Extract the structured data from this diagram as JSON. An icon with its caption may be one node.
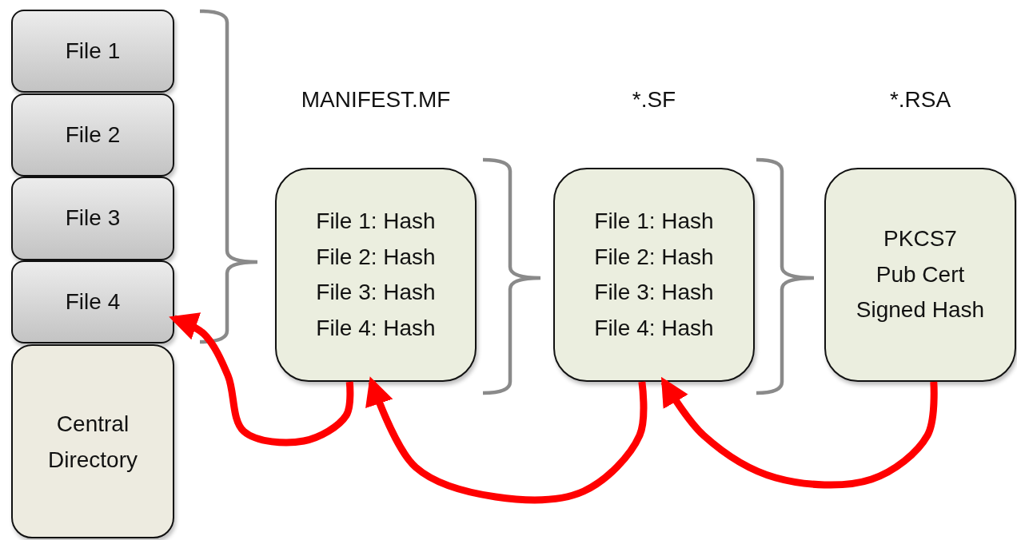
{
  "diagram": {
    "nodes": [
      {
        "text": [
          "File 1"
        ]
      },
      {
        "text": [
          "File 2"
        ]
      },
      {
        "text": [
          "File 3"
        ]
      },
      {
        "text": [
          "File 4"
        ]
      },
      {
        "text": [
          "Central Directory"
        ]
      },
      {
        "text": [
          "MANIFEST.MF",
          "File 1: Hash",
          "File 2: Hash",
          "File 3: Hash",
          "File 4: Hash"
        ]
      },
      {
        "text": [
          "*.SF",
          "File 1: Hash",
          "File 2: Hash",
          "File 3: Hash",
          "File 4: Hash"
        ]
      },
      {
        "text": [
          "*.RSA",
          "PKCS7",
          "Pub Cert",
          "Signed Hash"
        ]
      }
    ],
    "edges": [
      {
        "from": 5,
        "to": 3,
        "arrow": "to"
      },
      {
        "from": 6,
        "to": 5,
        "arrow": "to"
      },
      {
        "from": 7,
        "to": 6,
        "arrow": "to"
      }
    ]
  }
}
